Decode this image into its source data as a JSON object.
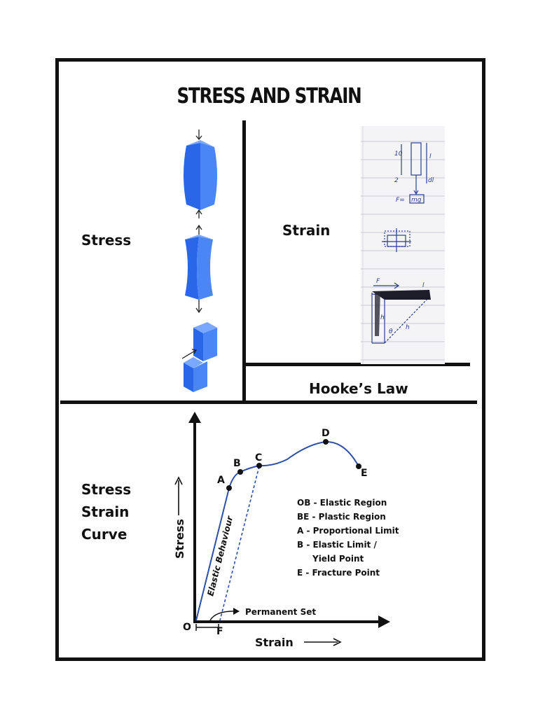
{
  "title": "STRESS AND STRAIN",
  "sections": {
    "stress": "Stress",
    "strain": "Strain",
    "hookes_law": "Hooke’s Law",
    "curve_label": [
      "Stress",
      "Strain",
      "Curve"
    ]
  },
  "graph": {
    "y_axis_label": "Stress",
    "x_axis_label": "Strain",
    "origin": "O",
    "points": [
      "A",
      "B",
      "C",
      "D",
      "E",
      "F"
    ],
    "elastic_label": "Elastic Behaviour",
    "permanent_set": "Permanent Set",
    "legend": [
      "OB - Elastic Region",
      "BE - Plastic Region",
      "A - Proportional Limit",
      "B - Elastic Limit /",
      "Yield Point",
      "E - Fracture Point"
    ]
  },
  "sketch": {
    "labels": [
      "10",
      "2",
      "l",
      "dl",
      "F=",
      "mg",
      "F",
      "l",
      "h",
      "h",
      "θ"
    ]
  },
  "colors": {
    "block_blue": "#2f6ff0",
    "curve_blue": "#2b4fa8",
    "ink": "#111111"
  }
}
